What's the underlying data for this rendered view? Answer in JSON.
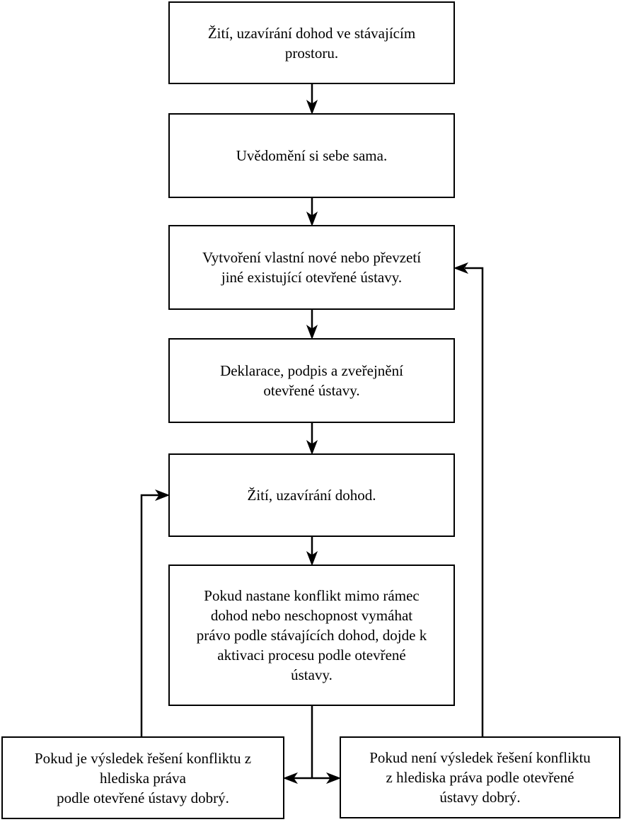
{
  "diagram": {
    "type": "flowchart",
    "language": "cs",
    "colors": {
      "background": "#ffffff",
      "node_fill": "#ffffff",
      "node_border": "#000000",
      "line": "#000000",
      "text": "#000000"
    },
    "nodes": [
      {
        "id": "ziti-stavajici-prostor",
        "label": "Žití, uzavírání dohod ve stávajícím\nprostoru."
      },
      {
        "id": "uvedomeni-sebe-sama",
        "label": "Uvědomění si sebe sama."
      },
      {
        "id": "vytvoreni-prevzeti-ustavy",
        "label": "Vytvoření vlastní nové nebo převzetí\njiné existující otevřené ústavy."
      },
      {
        "id": "deklarace-podpis-zverejneni",
        "label": "Deklarace, podpis a zveřejnění\notevřené ústavy."
      },
      {
        "id": "ziti-uzavirani-dohod",
        "label": "Žití, uzavírání dohod."
      },
      {
        "id": "konflikt-aktivace-procesu",
        "label": "Pokud nastane konflikt mimo rámec\ndohod nebo neschopnost vymáhat\nprávo podle stávajících dohod, dojde k\naktivaci procesu podle otevřené\nústavy."
      },
      {
        "id": "vysledek-reseni-dobry",
        "label": "Pokud je výsledek řešení konfliktu z\nhlediska práva\npodle otevřené ústavy dobrý."
      },
      {
        "id": "vysledek-reseni-spatny",
        "label": "Pokud není výsledek řešení konfliktu\nz hlediska práva podle otevřené\nústavy dobrý."
      }
    ],
    "edges": [
      {
        "from": "ziti-stavajici-prostor",
        "to": "uvedomeni-sebe-sama",
        "style": "arrow-down"
      },
      {
        "from": "uvedomeni-sebe-sama",
        "to": "vytvoreni-prevzeti-ustavy",
        "style": "arrow-down"
      },
      {
        "from": "vytvoreni-prevzeti-ustavy",
        "to": "deklarace-podpis-zverejneni",
        "style": "arrow-down"
      },
      {
        "from": "deklarace-podpis-zverejneni",
        "to": "ziti-uzavirani-dohod",
        "style": "arrow-down"
      },
      {
        "from": "ziti-uzavirani-dohod",
        "to": "konflikt-aktivace-procesu",
        "style": "arrow-down"
      },
      {
        "from": "konflikt-aktivace-procesu",
        "to": "vysledek-reseni-dobry",
        "style": "stem-to-double-arrow-left"
      },
      {
        "from": "konflikt-aktivace-procesu",
        "to": "vysledek-reseni-spatny",
        "style": "stem-to-double-arrow-right"
      },
      {
        "from": "vysledek-reseni-dobry",
        "to": "ziti-uzavirani-dohod",
        "style": "feedback-loop-left"
      },
      {
        "from": "vysledek-reseni-spatny",
        "to": "vytvoreni-prevzeti-ustavy",
        "style": "feedback-loop-right"
      }
    ]
  }
}
